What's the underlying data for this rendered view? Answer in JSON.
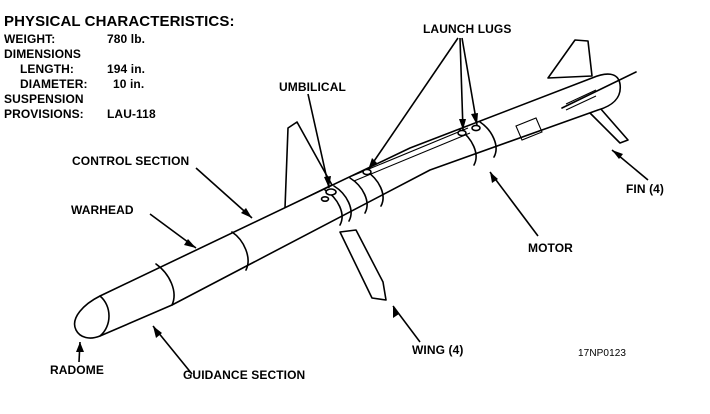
{
  "specs": {
    "heading": "PHYSICAL CHARACTERISTICS:",
    "weight_label": "WEIGHT:",
    "weight_value": "780 lb.",
    "dimensions_label": "DIMENSIONS",
    "length_label": "LENGTH:",
    "length_value": "194 in.",
    "diameter_label": "DIAMETER:",
    "diameter_value": "10 in.",
    "suspension_label": "SUSPENSION",
    "provisions_label": "PROVISIONS:",
    "provisions_value": "LAU-118"
  },
  "callouts": {
    "launch_lugs": "LAUNCH LUGS",
    "umbilical": "UMBILICAL",
    "control_section": "CONTROL SECTION",
    "warhead": "WARHEAD",
    "fin": "FIN (4)",
    "motor": "MOTOR",
    "wing": "WING (4)",
    "radome": "RADOME",
    "guidance_section": "GUIDANCE SECTION"
  },
  "figure_id": "17NP0123"
}
